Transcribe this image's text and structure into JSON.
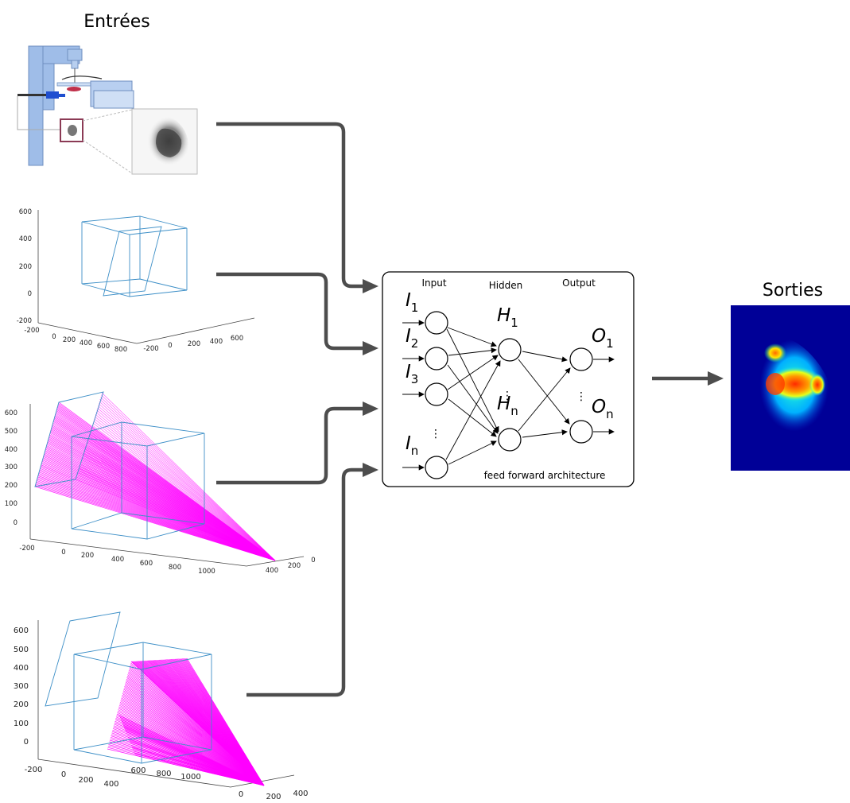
{
  "titles": {
    "inputs": "Entrées",
    "outputs": "Sorties"
  },
  "plot1": {
    "z_ticks": [
      "600",
      "400",
      "200",
      "0",
      "-200"
    ],
    "x_ticks": [
      "-200",
      "0",
      "200",
      "400",
      "600",
      "800"
    ],
    "y_ticks": [
      "-200",
      "0",
      "200",
      "400",
      "600"
    ]
  },
  "plot2": {
    "z_ticks": [
      "600",
      "500",
      "400",
      "300",
      "200",
      "100",
      "0"
    ],
    "x_ticks": [
      "-200",
      "0",
      "200",
      "400",
      "600",
      "800",
      "1000"
    ],
    "y_ticks": [
      "400",
      "200",
      "0"
    ]
  },
  "plot3": {
    "z_ticks": [
      "600",
      "500",
      "400",
      "300",
      "200",
      "100",
      "0",
      "-200"
    ],
    "x_ticks": [
      "0",
      "200",
      "400",
      "600",
      "800",
      "1000"
    ],
    "y_ticks": [
      "0",
      "200",
      "400"
    ]
  },
  "network": {
    "col_input": "Input",
    "col_hidden": "Hidden",
    "col_output": "Output",
    "architecture": "feed forward architecture",
    "inputs": [
      {
        "sym": "I",
        "sub": "1"
      },
      {
        "sym": "I",
        "sub": "2"
      },
      {
        "sym": "I",
        "sub": "3"
      },
      {
        "sym": "I",
        "sub": "n"
      }
    ],
    "hidden": [
      {
        "sym": "H",
        "sub": "1"
      },
      {
        "sym": "H",
        "sub": "n"
      }
    ],
    "outputs": [
      {
        "sym": "O",
        "sub": "1"
      },
      {
        "sym": "O",
        "sub": "n"
      }
    ],
    "ellipsis": "⋮"
  },
  "colors": {
    "arrow": "#4d4d4d",
    "cube": "#3d8fc7",
    "rays": "#ff00ff",
    "device": "#9fbde8",
    "heatmap_bg": "#00008f"
  }
}
